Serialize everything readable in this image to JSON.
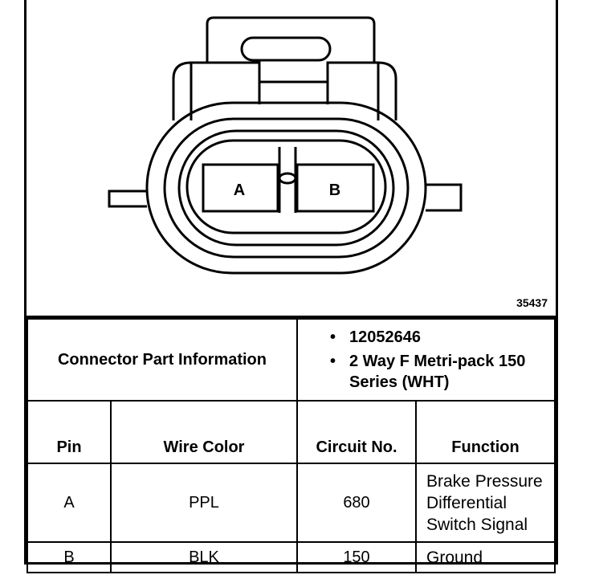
{
  "figure_number": "35437",
  "connector": {
    "pin_a_label": "A",
    "pin_b_label": "B"
  },
  "connector_info": {
    "label": "Connector Part Information",
    "items": [
      "12052646",
      "2 Way F Metri-pack 150 Series (WHT)"
    ]
  },
  "table": {
    "headers": [
      "Pin",
      "Wire Color",
      "Circuit No.",
      "Function"
    ],
    "rows": [
      {
        "pin": "A",
        "wire_color": "PPL",
        "circuit": "680",
        "function": "Brake Pressure Differential Switch Signal"
      },
      {
        "pin": "B",
        "wire_color": "BLK",
        "circuit": "150",
        "function": "Ground"
      }
    ]
  }
}
